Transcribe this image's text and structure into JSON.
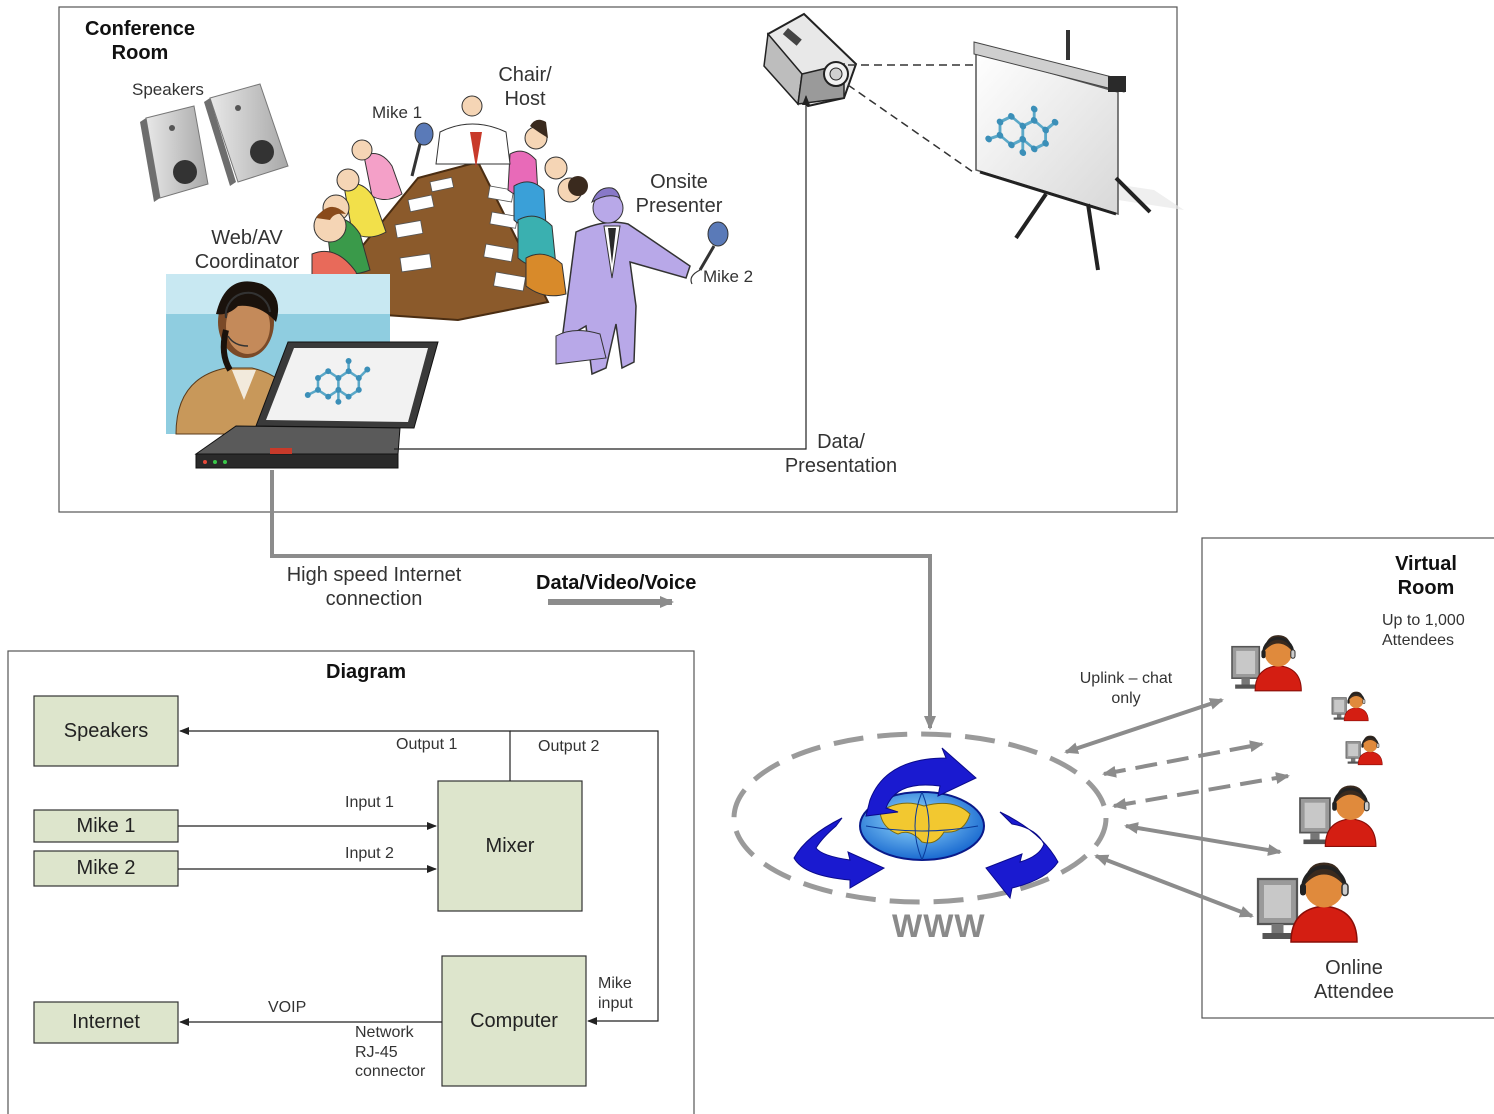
{
  "conference_room": {
    "title": "Conference\nRoom",
    "speakers": "Speakers",
    "mike1": "Mike 1",
    "chair_host": "Chair/\nHost",
    "onsite_presenter": "Onsite\nPresenter",
    "mike2": "Mike 2",
    "web_av_coordinator": "Web/AV\nCoordinator",
    "data_presentation": "Data/\nPresentation"
  },
  "connection": {
    "internet": "High speed Internet\nconnection",
    "flow": "Data/Video/Voice"
  },
  "diagram": {
    "title": "Diagram",
    "boxes": {
      "speakers": "Speakers",
      "mike1": "Mike 1",
      "mike2": "Mike 2",
      "mixer": "Mixer",
      "computer": "Computer",
      "internet": "Internet"
    },
    "labels": {
      "output1": "Output 1",
      "output2": "Output 2",
      "input1": "Input 1",
      "input2": "Input 2",
      "voip": "VOIP",
      "network": "Network\nRJ-45\nconnector",
      "mike_input": "Mike\ninput"
    }
  },
  "www": {
    "label": "WWW",
    "uplink": "Uplink – chat\nonly"
  },
  "virtual_room": {
    "title": "Virtual\nRoom",
    "capacity": "Up to 1,000\nAttendees",
    "online_attendee": "Online\nAttendee"
  },
  "colors": {
    "box_fill": "#dde5cc",
    "connector_gray": "#8c8c8c",
    "globe_arrow_blue": "#1a1ad0",
    "attendee_red": "#d41e12"
  },
  "icons": [
    "speaker-icon",
    "projector-icon",
    "projection-screen-icon",
    "laptop-icon",
    "molecule-icon",
    "globe-icon",
    "computer-monitor-icon",
    "attendee-avatar-icon",
    "microphone-icon"
  ]
}
